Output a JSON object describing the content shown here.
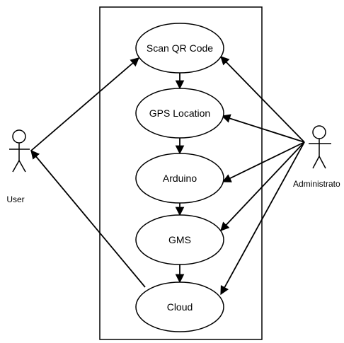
{
  "diagram": {
    "type": "use-case",
    "actors": [
      {
        "id": "user",
        "label": "User"
      },
      {
        "id": "admin",
        "label": "Administrato"
      }
    ],
    "use_cases": [
      {
        "id": "scan",
        "label": "Scan QR Code"
      },
      {
        "id": "gps",
        "label": "GPS Location"
      },
      {
        "id": "arduino",
        "label": "Arduino"
      },
      {
        "id": "gms",
        "label": "GMS"
      },
      {
        "id": "cloud",
        "label": "Cloud"
      }
    ],
    "flow": [
      {
        "from": "scan",
        "to": "gps"
      },
      {
        "from": "gps",
        "to": "arduino"
      },
      {
        "from": "arduino",
        "to": "gms"
      },
      {
        "from": "gms",
        "to": "cloud"
      }
    ],
    "associations": [
      {
        "from": "user",
        "to": "scan"
      },
      {
        "from": "cloud",
        "to": "user"
      },
      {
        "from": "admin",
        "to": "scan"
      },
      {
        "from": "admin",
        "to": "gps"
      },
      {
        "from": "admin",
        "to": "arduino"
      },
      {
        "from": "admin",
        "to": "gms"
      },
      {
        "from": "admin",
        "to": "cloud"
      }
    ]
  }
}
